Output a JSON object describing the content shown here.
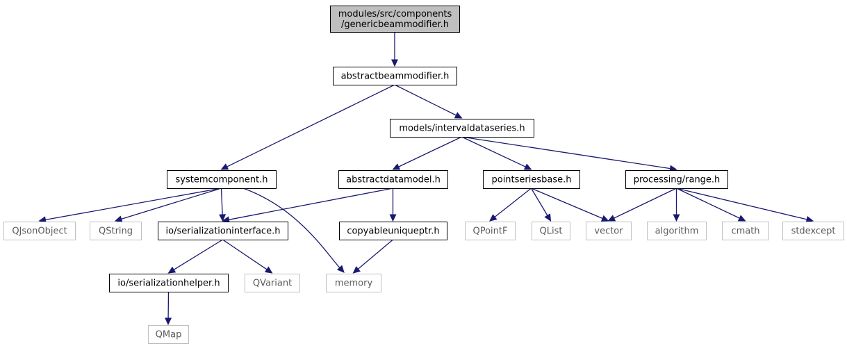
{
  "colors": {
    "root_fill": "#bfbfbf",
    "internal_stroke": "#000000",
    "external_stroke": "#bfbfbf",
    "edge": "#191970"
  },
  "nodes": [
    {
      "id": "genericbeammodifier",
      "lines": [
        "modules/src/components",
        "/genericbeammodifier.h"
      ],
      "kind": "root"
    },
    {
      "id": "abstractbeammodifier",
      "lines": [
        "abstractbeammodifier.h"
      ],
      "kind": "internal"
    },
    {
      "id": "intervaldataseries",
      "lines": [
        "models/intervaldataseries.h"
      ],
      "kind": "internal"
    },
    {
      "id": "systemcomponent",
      "lines": [
        "systemcomponent.h"
      ],
      "kind": "internal"
    },
    {
      "id": "abstractdatamodel",
      "lines": [
        "abstractdatamodel.h"
      ],
      "kind": "internal"
    },
    {
      "id": "pointseriesbase",
      "lines": [
        "pointseriesbase.h"
      ],
      "kind": "internal"
    },
    {
      "id": "processingrange",
      "lines": [
        "processing/range.h"
      ],
      "kind": "internal"
    },
    {
      "id": "qjsonobject",
      "lines": [
        "QJsonObject"
      ],
      "kind": "external"
    },
    {
      "id": "qstring",
      "lines": [
        "QString"
      ],
      "kind": "external"
    },
    {
      "id": "serializationinterface",
      "lines": [
        "io/serializationinterface.h"
      ],
      "kind": "internal"
    },
    {
      "id": "copyableuniqueptr",
      "lines": [
        "copyableuniqueptr.h"
      ],
      "kind": "internal"
    },
    {
      "id": "qpointf",
      "lines": [
        "QPointF"
      ],
      "kind": "external"
    },
    {
      "id": "qlist",
      "lines": [
        "QList"
      ],
      "kind": "external"
    },
    {
      "id": "vector",
      "lines": [
        "vector"
      ],
      "kind": "external"
    },
    {
      "id": "algorithm",
      "lines": [
        "algorithm"
      ],
      "kind": "external"
    },
    {
      "id": "cmath",
      "lines": [
        "cmath"
      ],
      "kind": "external"
    },
    {
      "id": "stdexcept",
      "lines": [
        "stdexcept"
      ],
      "kind": "external"
    },
    {
      "id": "serializationhelper",
      "lines": [
        "io/serializationhelper.h"
      ],
      "kind": "internal"
    },
    {
      "id": "qvariant",
      "lines": [
        "QVariant"
      ],
      "kind": "external"
    },
    {
      "id": "memory",
      "lines": [
        "memory"
      ],
      "kind": "external"
    },
    {
      "id": "qmap",
      "lines": [
        "QMap"
      ],
      "kind": "external"
    }
  ],
  "edges": [
    {
      "from": "genericbeammodifier",
      "to": "abstractbeammodifier"
    },
    {
      "from": "abstractbeammodifier",
      "to": "systemcomponent"
    },
    {
      "from": "abstractbeammodifier",
      "to": "intervaldataseries"
    },
    {
      "from": "intervaldataseries",
      "to": "abstractdatamodel"
    },
    {
      "from": "intervaldataseries",
      "to": "pointseriesbase"
    },
    {
      "from": "intervaldataseries",
      "to": "processingrange"
    },
    {
      "from": "systemcomponent",
      "to": "qjsonobject"
    },
    {
      "from": "systemcomponent",
      "to": "qstring"
    },
    {
      "from": "systemcomponent",
      "to": "serializationinterface"
    },
    {
      "from": "systemcomponent",
      "to": "memory"
    },
    {
      "from": "abstractdatamodel",
      "to": "serializationinterface"
    },
    {
      "from": "abstractdatamodel",
      "to": "copyableuniqueptr"
    },
    {
      "from": "pointseriesbase",
      "to": "qpointf"
    },
    {
      "from": "pointseriesbase",
      "to": "qlist"
    },
    {
      "from": "pointseriesbase",
      "to": "vector"
    },
    {
      "from": "processingrange",
      "to": "vector"
    },
    {
      "from": "processingrange",
      "to": "algorithm"
    },
    {
      "from": "processingrange",
      "to": "cmath"
    },
    {
      "from": "processingrange",
      "to": "stdexcept"
    },
    {
      "from": "serializationinterface",
      "to": "serializationhelper"
    },
    {
      "from": "serializationinterface",
      "to": "qvariant"
    },
    {
      "from": "copyableuniqueptr",
      "to": "memory"
    },
    {
      "from": "serializationhelper",
      "to": "qmap"
    }
  ]
}
